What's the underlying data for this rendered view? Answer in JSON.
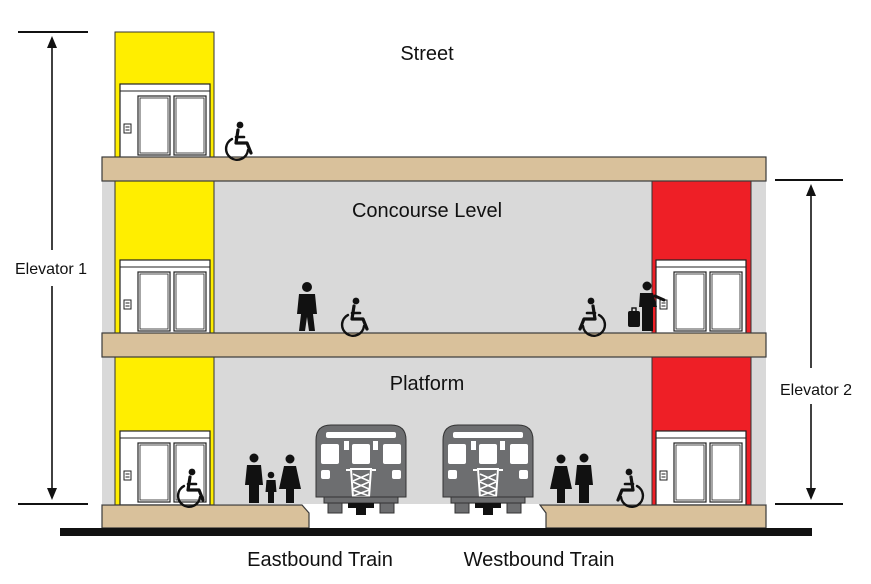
{
  "labels": {
    "street": "Street",
    "concourse": "Concourse Level",
    "platform": "Platform",
    "elevator_1": "Elevator 1",
    "elevator_2": "Elevator 2",
    "eastbound_train": "Eastbound Train",
    "westbound_train": "Westbound Train"
  },
  "colors": {
    "floor_slab": "#d9c19b",
    "floor_outline": "#3a3a3a",
    "interior_wall": "#d9d9d9",
    "elevator_1_shaft": "#ffee00",
    "elevator_2_shaft": "#ee1f26",
    "elevator_door": "#ffffff",
    "train_body": "#6d6e70",
    "figure": "#111111",
    "rail_base": "#111111"
  },
  "icons": {
    "wheelchair": "wheelchair-icon",
    "pedestrian": "person-walking-icon",
    "family": "family-icon",
    "couple": "couple-icon",
    "traveler": "person-with-luggage-icon",
    "train": "train-front-icon",
    "elevator_call": "elevator-call-button-icon"
  }
}
